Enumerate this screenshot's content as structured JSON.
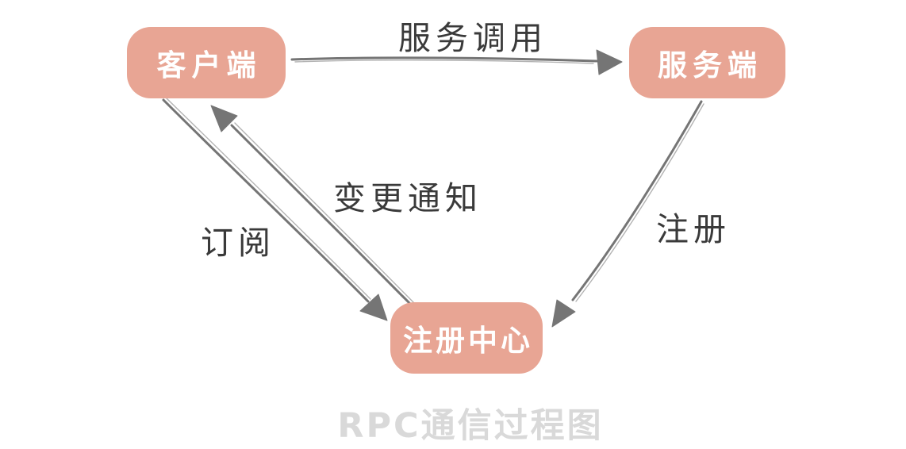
{
  "diagram": {
    "title": "RPC通信过程图",
    "nodes": [
      {
        "id": "client",
        "label": "客户端"
      },
      {
        "id": "server",
        "label": "服务端"
      },
      {
        "id": "registry",
        "label": "注册中心"
      }
    ],
    "edges": [
      {
        "from": "client",
        "to": "server",
        "label": "服务调用"
      },
      {
        "from": "client",
        "to": "registry",
        "label": "订阅"
      },
      {
        "from": "registry",
        "to": "client",
        "label": "变更通知"
      },
      {
        "from": "server",
        "to": "registry",
        "label": "注册"
      }
    ],
    "colors": {
      "node_fill": "#E8A594",
      "node_text": "#FFFFFF",
      "arrow": "#757575",
      "label_text": "#3A3A3A",
      "title_text": "#D9D9D9"
    }
  }
}
